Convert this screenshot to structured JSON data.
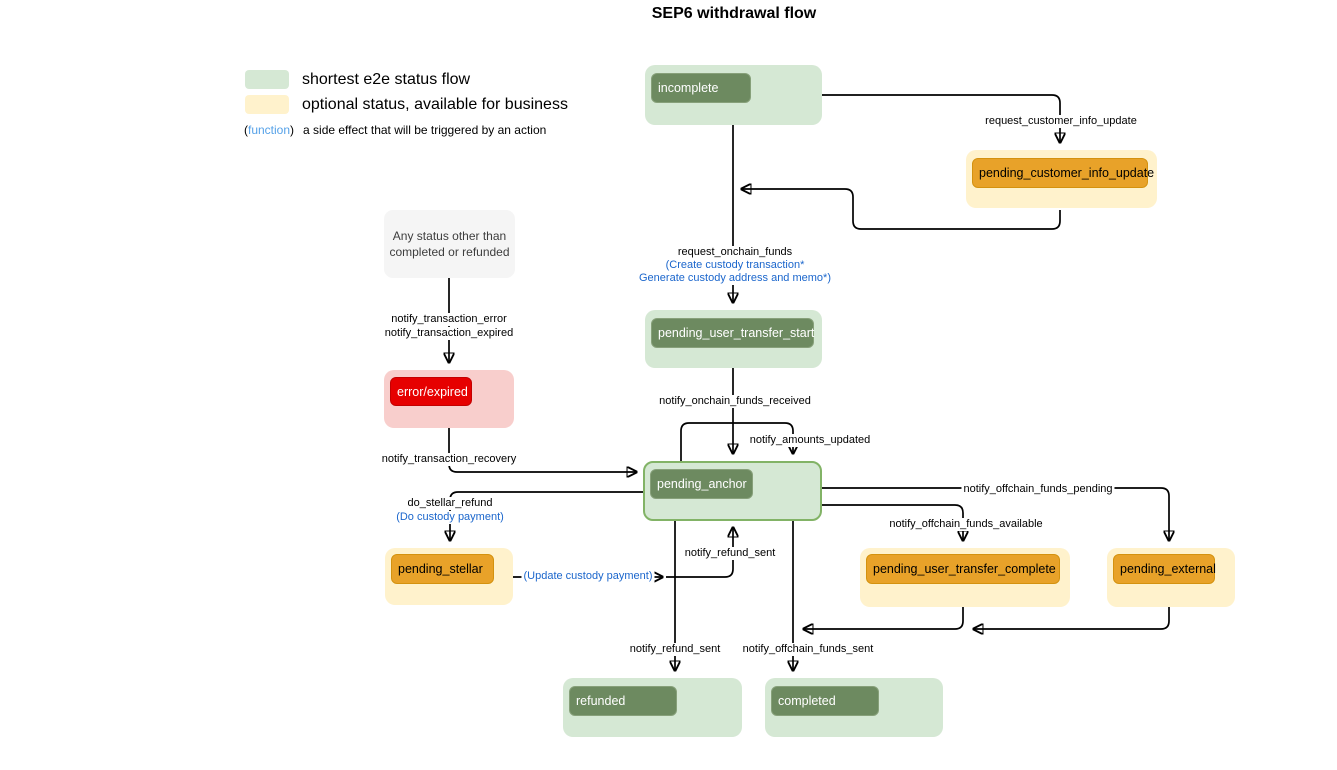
{
  "title": "SEP6 withdrawal flow",
  "legend": {
    "green_label": "shortest e2e status flow",
    "yellow_label": "optional status, available for business",
    "function_open": "(",
    "function_word": "function",
    "function_close": ")",
    "function_label": "a side effect that will be triggered by an action"
  },
  "nodes": {
    "incomplete": "incomplete",
    "pending_customer_info_update": "pending_customer_info_update",
    "pending_user_transfer_start": "pending_user_transfer_start",
    "pending_anchor": "pending_anchor",
    "pending_stellar": "pending_stellar",
    "pending_user_transfer_complete": "pending_user_transfer_complete",
    "pending_external": "pending_external",
    "refunded": "refunded",
    "completed": "completed",
    "error_expired": "error/expired",
    "note_line1": "Any status other than",
    "note_line2": "completed or refunded"
  },
  "edge_labels": {
    "request_customer_info_update": "request_customer_info_update",
    "request_onchain_funds": "request_onchain_funds",
    "create_custody_transaction": "(Create custody transaction*",
    "generate_custody_address": "Generate custody address and memo*)",
    "notify_transaction_error": "notify_transaction_error",
    "notify_transaction_expired": "notify_transaction_expired",
    "notify_transaction_recovery": "notify_transaction_recovery",
    "notify_onchain_funds_received": "notify_onchain_funds_received",
    "notify_amounts_updated": "notify_amounts_updated",
    "do_stellar_refund": "do_stellar_refund",
    "do_custody_payment": "(Do custody payment)",
    "update_custody_payment": "(Update custody payment)",
    "notify_refund_sent_to_anchor": "notify_refund_sent",
    "notify_refund_sent_to_refunded": "notify_refund_sent",
    "notify_offchain_funds_sent": "notify_offchain_funds_sent",
    "notify_offchain_funds_pending": "notify_offchain_funds_pending",
    "notify_offchain_funds_available": "notify_offchain_funds_available"
  },
  "colors": {
    "node_green_light": "#d5e8d4",
    "node_green_dark": "#6d8a60",
    "pending_anchor_border": "#82b366",
    "node_yellow_light": "#fff2cc",
    "node_orange": "#e8a229",
    "node_red": "#e60000",
    "node_pink": "#f8cecc",
    "note_gray": "#f5f5f5",
    "side_effect_blue": "#1b66cc",
    "legend_function_blue": "#55a1e8",
    "edge_black": "#000000"
  }
}
